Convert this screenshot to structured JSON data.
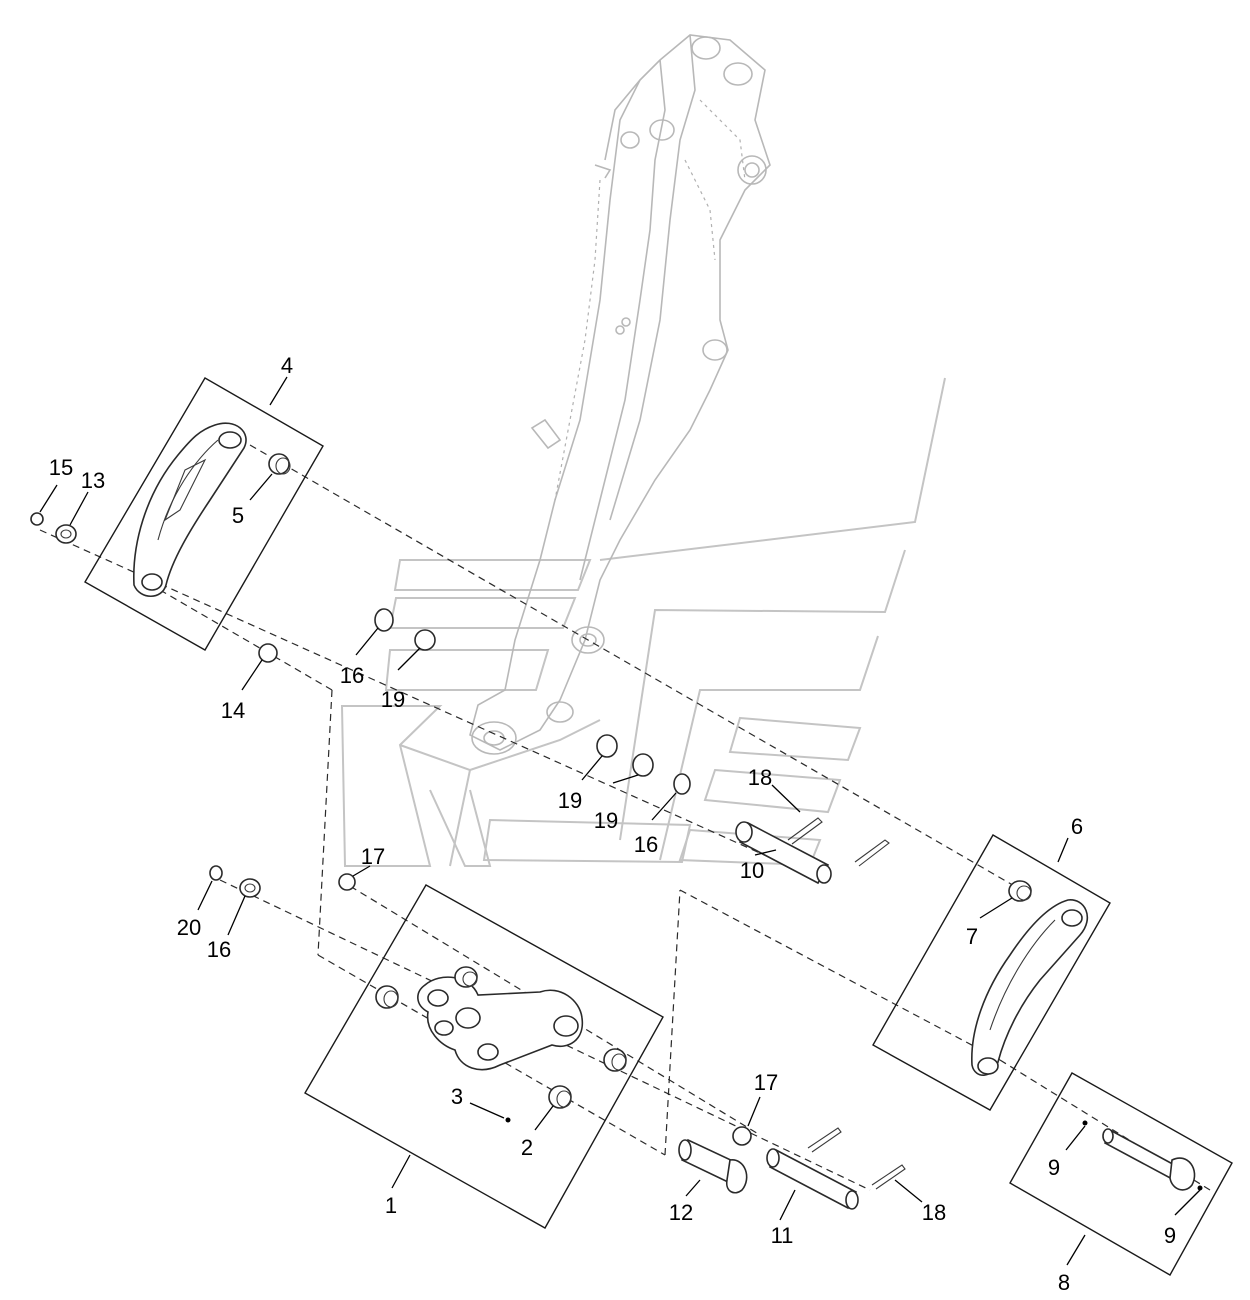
{
  "callouts": [
    {
      "id": "1",
      "label": "1"
    },
    {
      "id": "2",
      "label": "2"
    },
    {
      "id": "3",
      "label": "3"
    },
    {
      "id": "4",
      "label": "4"
    },
    {
      "id": "5",
      "label": "5"
    },
    {
      "id": "6",
      "label": "6"
    },
    {
      "id": "7",
      "label": "7"
    },
    {
      "id": "8",
      "label": "8"
    },
    {
      "id": "9a",
      "label": "9"
    },
    {
      "id": "9b",
      "label": "9"
    },
    {
      "id": "10",
      "label": "10"
    },
    {
      "id": "11",
      "label": "11"
    },
    {
      "id": "12",
      "label": "12"
    },
    {
      "id": "13",
      "label": "13"
    },
    {
      "id": "14",
      "label": "14"
    },
    {
      "id": "15",
      "label": "15"
    },
    {
      "id": "16a",
      "label": "16"
    },
    {
      "id": "16b",
      "label": "16"
    },
    {
      "id": "16c",
      "label": "16"
    },
    {
      "id": "17a",
      "label": "17"
    },
    {
      "id": "17b",
      "label": "17"
    },
    {
      "id": "18a",
      "label": "18"
    },
    {
      "id": "18b",
      "label": "18"
    },
    {
      "id": "19a",
      "label": "19"
    },
    {
      "id": "19b",
      "label": "19"
    },
    {
      "id": "19c",
      "label": "19"
    },
    {
      "id": "20",
      "label": "20"
    }
  ]
}
